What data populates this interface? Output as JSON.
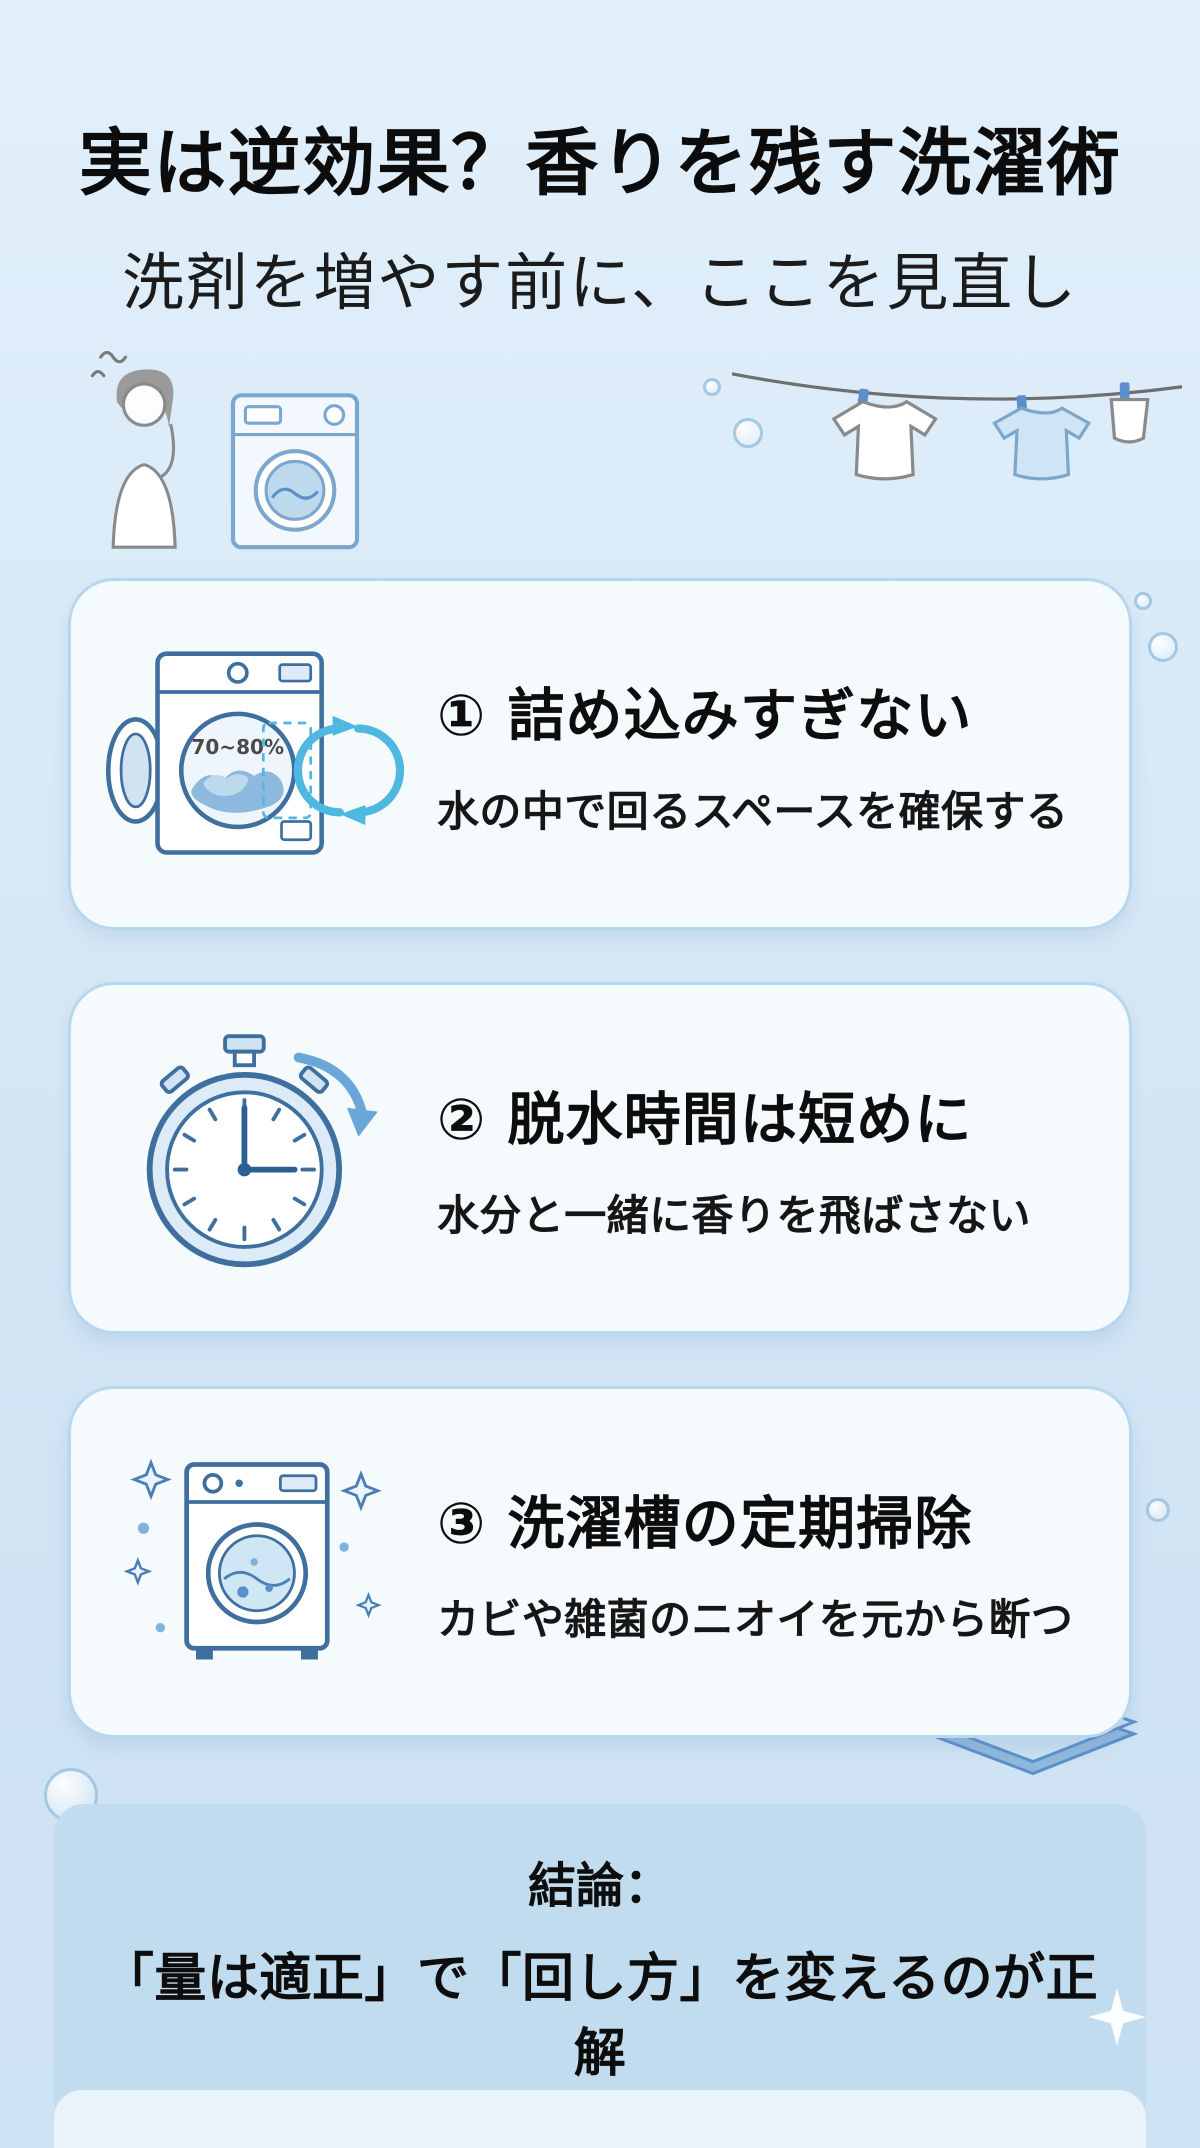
{
  "page": {
    "title": "実は逆効果？香りを残す洗濯術",
    "subtitle": "洗剤を増やす前に、ここを見直し"
  },
  "cards": [
    {
      "heading": "① 詰め込みすぎない",
      "description": "水の中で回るスペースを確保する",
      "drum_label": "70~80%",
      "icon": "overloaded-washer-icon"
    },
    {
      "heading": "② 脱水時間は短めに",
      "description": "水分と一緒に香りを飛ばさない",
      "icon": "stopwatch-icon"
    },
    {
      "heading": "③ 洗濯槽の定期掃除",
      "description": "カビや雑菌のニオイを元から断つ",
      "icon": "sparkling-washer-icon"
    }
  ],
  "conclusion": {
    "label": "結論：",
    "text": "「量は適正」で「回し方」を変えるのが正解"
  },
  "hero_icons": [
    "thinking-woman-washer-icon",
    "clothesline-icon"
  ],
  "decor_icons": [
    "folded-towel-icon",
    "bubble-decoration",
    "sparkle-icon"
  ],
  "colors": {
    "background": "#d8e9f7",
    "card_background": "#f5fafd",
    "card_border": "#b7d7ec",
    "conclusion_background": "#c1dcee",
    "accent_blue": "#3f6f9f",
    "arrow_cyan": "#4fb8e0",
    "illustration_blue": "#7da6cc",
    "text": "#101010"
  }
}
